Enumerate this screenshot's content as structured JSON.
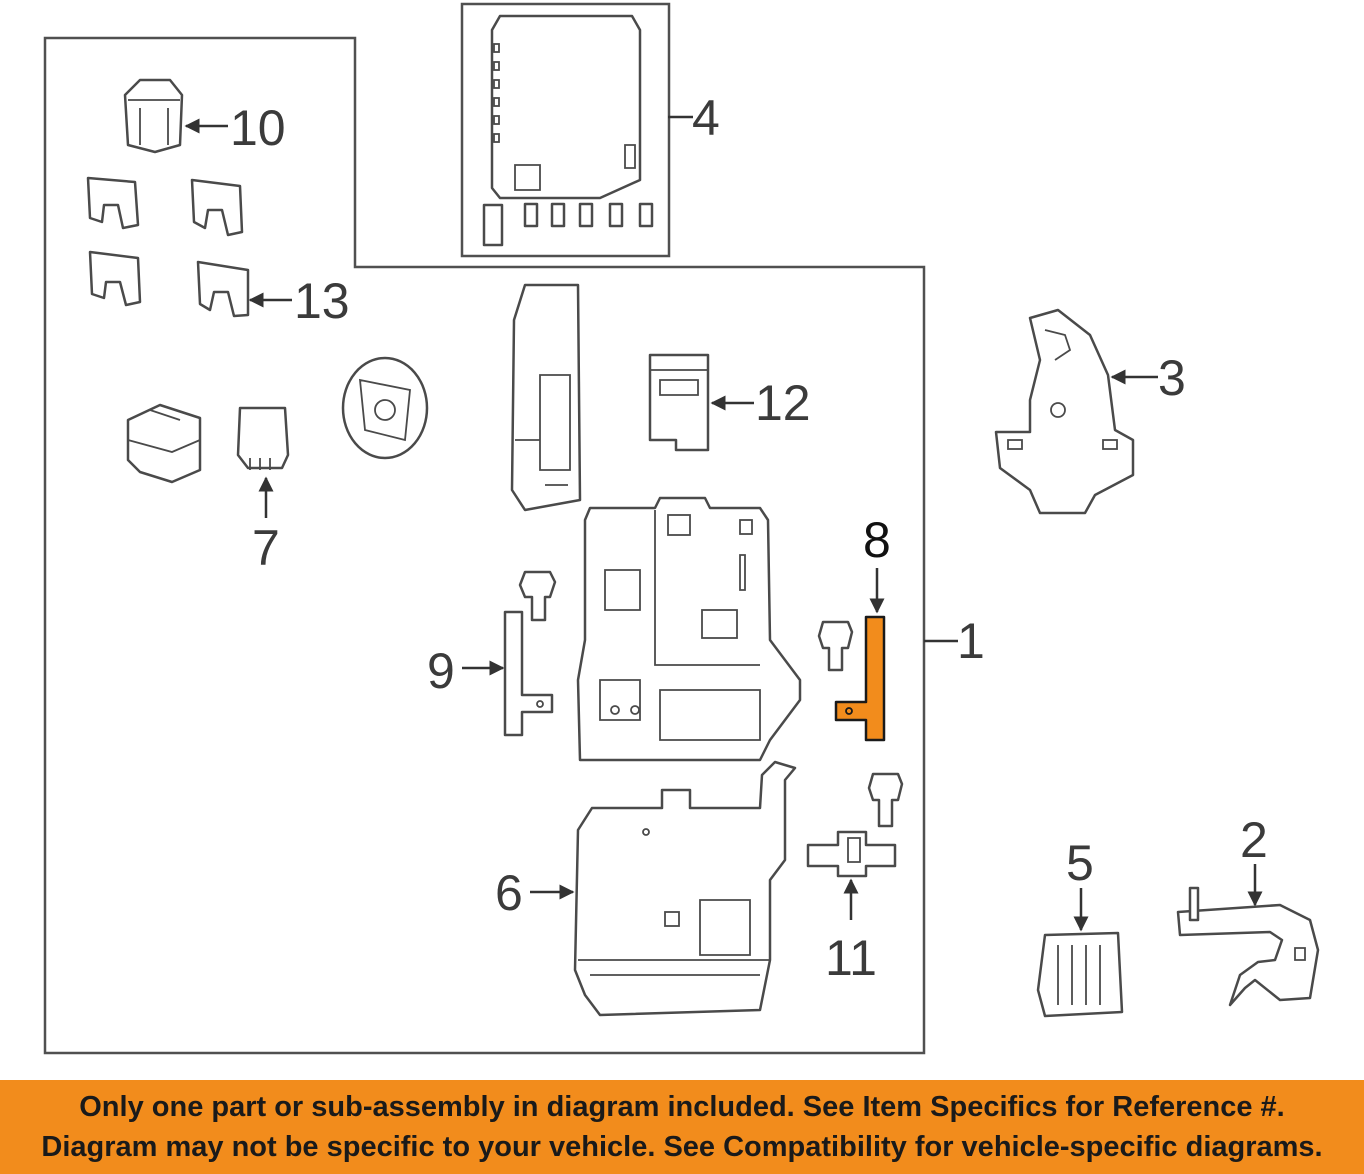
{
  "diagram": {
    "callouts": [
      {
        "id": "1",
        "label": "1"
      },
      {
        "id": "2",
        "label": "2"
      },
      {
        "id": "3",
        "label": "3"
      },
      {
        "id": "4",
        "label": "4"
      },
      {
        "id": "5",
        "label": "5"
      },
      {
        "id": "6",
        "label": "6"
      },
      {
        "id": "7",
        "label": "7"
      },
      {
        "id": "8",
        "label": "8"
      },
      {
        "id": "9",
        "label": "9"
      },
      {
        "id": "10",
        "label": "10"
      },
      {
        "id": "11",
        "label": "11"
      },
      {
        "id": "12",
        "label": "12"
      },
      {
        "id": "13",
        "label": "13"
      }
    ],
    "highlighted_part": "8",
    "highlight_color": "#f28c1c"
  },
  "banner": {
    "line1": "Only one part or sub-assembly in diagram included. See Item Specifics for Reference #.",
    "line2": "Diagram may not be specific to your vehicle. See Compatibility for vehicle-specific diagrams.",
    "background": "#f28c1c"
  }
}
